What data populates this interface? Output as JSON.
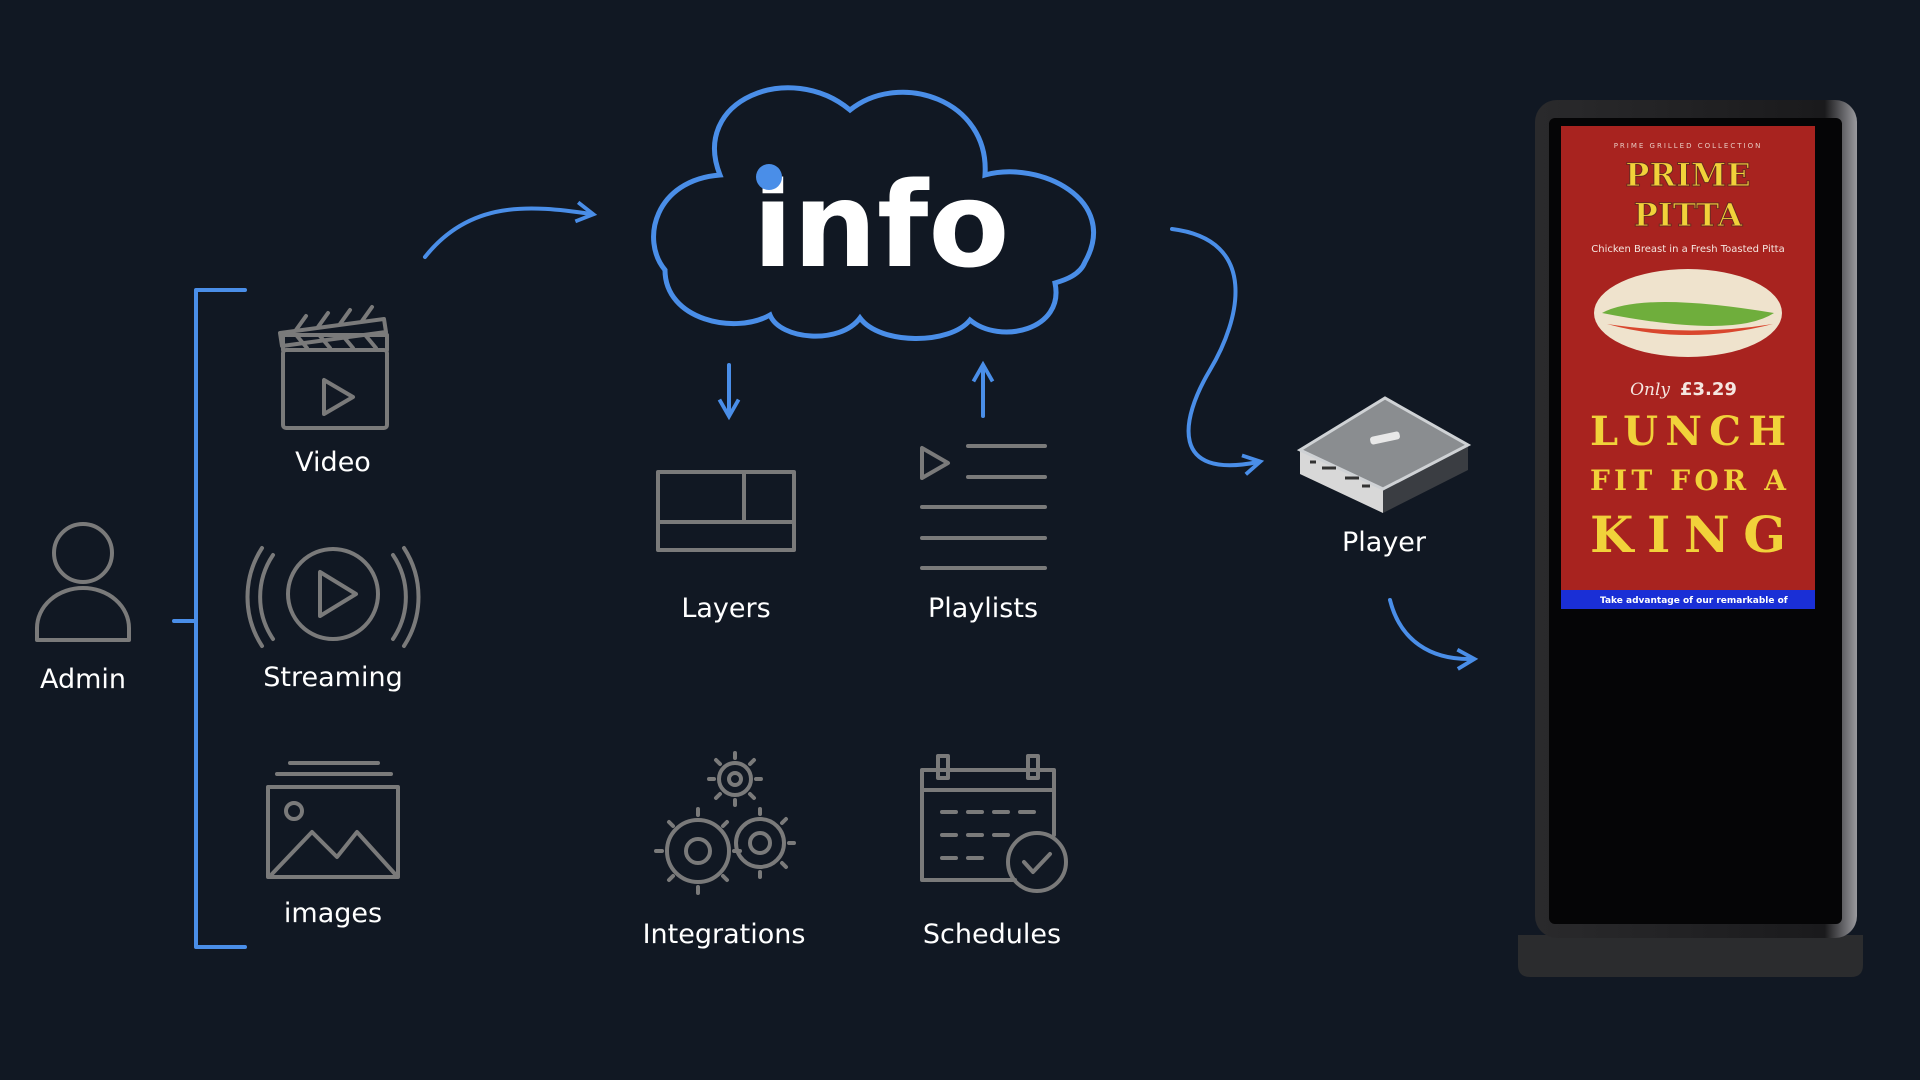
{
  "colors": {
    "background": "#111823",
    "accent": "#4a8ee8",
    "icon": "#7a7a7a"
  },
  "cloud": {
    "title": "info"
  },
  "admin": {
    "label": "Admin"
  },
  "sources": [
    {
      "label": "Video",
      "icon": "clapperboard-icon"
    },
    {
      "label": "Streaming",
      "icon": "broadcast-play-icon"
    },
    {
      "label": "images",
      "icon": "image-icon"
    }
  ],
  "features": {
    "layers": "Layers",
    "playlists": "Playlists",
    "integrations": "Integrations",
    "schedules": "Schedules"
  },
  "player": {
    "label": "Player"
  },
  "kiosk": {
    "collection": "PRIME GRILLED COLLECTION",
    "brand_line1": "PRIME",
    "brand_line2": "PITTA",
    "subtitle": "Chicken Breast in a Fresh Toasted Pitta",
    "price_prefix": "Only",
    "price": "£3.29",
    "headline1": "LUNCH",
    "headline2": "FIT FOR A",
    "headline3": "KING",
    "ticker": "Take advantage of our remarkable of"
  }
}
